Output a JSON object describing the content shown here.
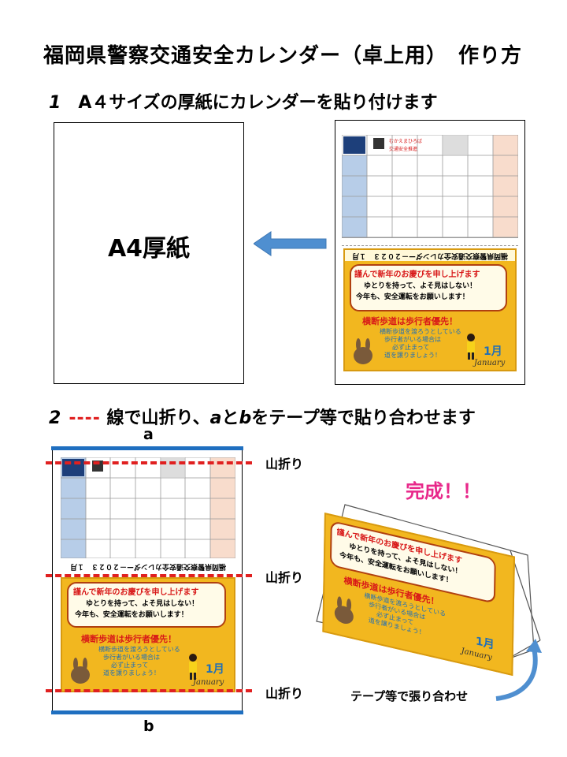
{
  "title": "福岡県警察交通安全カレンダー（卓上用）　作り方",
  "step1": {
    "number": "1",
    "text": "A４サイズの厚紙にカレンダーを貼り付けます",
    "board_label": "A4厚紙"
  },
  "step2": {
    "number": "2",
    "dash": "----",
    "text_a": " 線で山折り、",
    "a": "a",
    "to": "と",
    "b": "b",
    "text_b": "をテープ等で貼り合わせます"
  },
  "labels": {
    "a": "a",
    "b": "b",
    "fold1": "山折り",
    "fold2": "山折り",
    "fold3": "山折り",
    "done": "完成！！",
    "tape": "テープ等で張り合わせ"
  },
  "poster": {
    "heading": "謹んで新年のお慶びを申し上げます",
    "line1": "ゆとりを持って、よそ見はしない！",
    "line2": "今年も、安全運転をお願いします！",
    "slogan": "横断歩道は歩行者優先！",
    "sub1": "横断歩道を渡ろうとしている",
    "sub2": "歩行者がいる場合は",
    "sub3": "必ず止まって",
    "sub4": "道を譲りましょう！",
    "month": "1月",
    "month_en": "January",
    "header_rev": "福岡県警察交通安全カレンダー－２０２３　１月"
  },
  "colors": {
    "poster_bg": "#f2b71f",
    "fold_line": "#e02020",
    "done_text": "#e8288a",
    "arrow": "#4f8fd0",
    "edge_bar": "#1f6fc0"
  }
}
